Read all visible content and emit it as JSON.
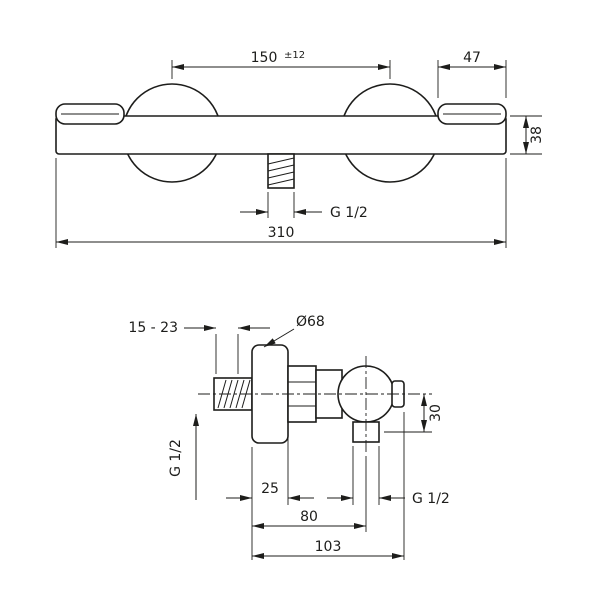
{
  "page": {
    "background_color": "#ffffff",
    "line_color": "#1d1d1b"
  },
  "top_view": {
    "center_distance_value": "150",
    "center_distance_tolerance": "±12",
    "handle_width": "47",
    "body_height": "38",
    "outlet_thread": "G 1/2",
    "overall_width": "310"
  },
  "side_view": {
    "wall_distance_range": "15 - 23",
    "escutcheon_diameter": "Ø68",
    "inlet_thread": "G 1/2",
    "escutcheon_depth": "25",
    "depth_to_outlet_axis": "80",
    "overall_depth": "103",
    "outlet_offset": "30",
    "outlet_thread": "G 1/2"
  }
}
